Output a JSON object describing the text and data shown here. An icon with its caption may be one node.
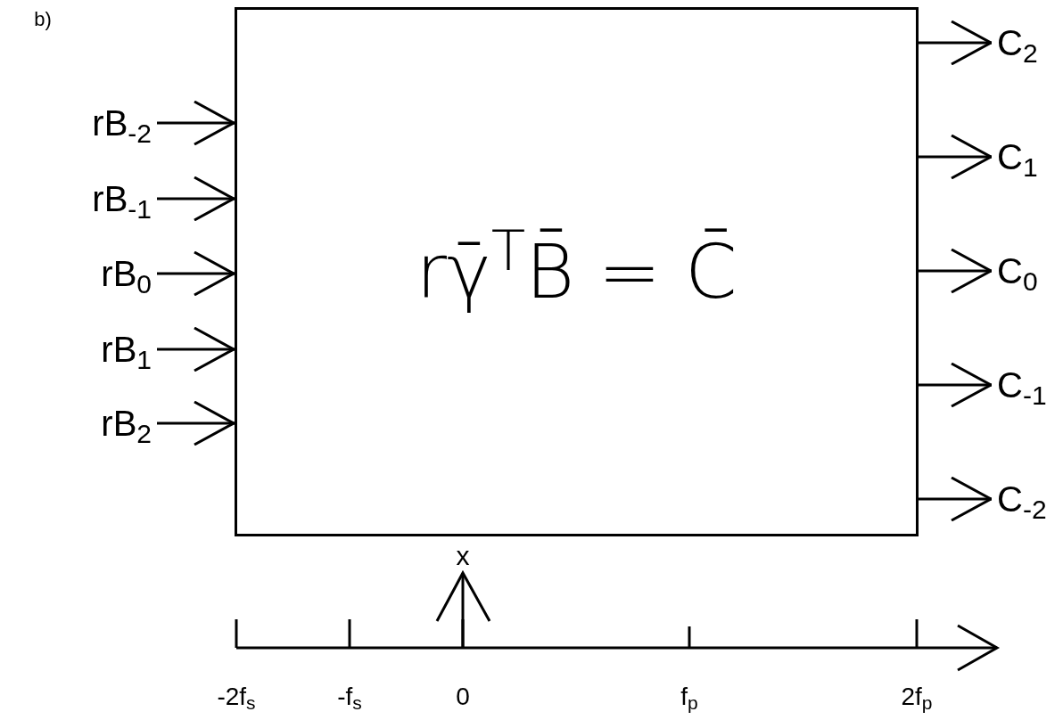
{
  "diagram": {
    "nodes": [
      {
        "text": [
          "rγ̄$^{T}$B̄ = C̄"
        ]
      },
      {
        "text": [
          "rB$_{-2}$"
        ]
      },
      {
        "text": [
          "rB$_{-1}$"
        ]
      },
      {
        "text": [
          "rB$_{0}$"
        ]
      },
      {
        "text": [
          "rB$_{1}$"
        ]
      },
      {
        "text": [
          "rB$_{2}$"
        ]
      },
      {
        "text": [
          "C$_{2}$"
        ]
      },
      {
        "text": [
          "C$_{1}$"
        ]
      },
      {
        "text": [
          "C$_{0}$"
        ]
      },
      {
        "text": [
          "C$_{-1}$"
        ]
      },
      {
        "text": [
          "C$_{-2}$"
        ]
      }
    ],
    "edges": [
      {
        "from": 1,
        "to": 0,
        "arrow": "to"
      },
      {
        "from": 2,
        "to": 0,
        "arrow": "to"
      },
      {
        "from": 3,
        "to": 0,
        "arrow": "to"
      },
      {
        "from": 4,
        "to": 0,
        "arrow": "to"
      },
      {
        "from": 5,
        "to": 0,
        "arrow": "to"
      },
      {
        "from": 0,
        "to": 6,
        "arrow": "to"
      },
      {
        "from": 0,
        "to": 7,
        "arrow": "to"
      },
      {
        "from": 0,
        "to": 8,
        "arrow": "to"
      },
      {
        "from": 0,
        "to": 9,
        "arrow": "to"
      },
      {
        "from": 0,
        "to": 10,
        "arrow": "to"
      }
    ],
    "labels": [
      "b)",
      "x",
      "-2f$_{s}$",
      "-f$_{s}$",
      "0",
      "f$_{p}$",
      "2f$_{p}$"
    ]
  }
}
